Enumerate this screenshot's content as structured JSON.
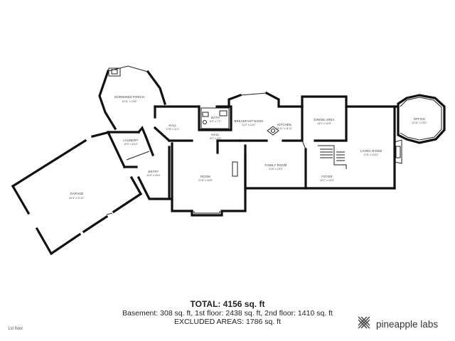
{
  "floor_plan": {
    "rooms": [
      {
        "id": "screened-porch",
        "name": "SCREENED PORCH",
        "dim": "14'11\" x 14'5\""
      },
      {
        "id": "hall-upper",
        "name": "HALL",
        "dim": "17'8\" x 11'1\""
      },
      {
        "id": "bath",
        "name": "BATH",
        "dim": "8'0\" x 7'1\""
      },
      {
        "id": "breakfast-nook",
        "name": "BREAKFAST NOOK",
        "dim": "11'2\" x 12'0\""
      },
      {
        "id": "kitchen",
        "name": "KITCHEN",
        "dim": "16'11\" x 11'11\""
      },
      {
        "id": "dining-area",
        "name": "DINING AREA",
        "dim": "13'1\" x 10'9\""
      },
      {
        "id": "office",
        "name": "OFFICE",
        "dim": "12'11\" x 13'0\""
      },
      {
        "id": "laundry",
        "name": "LAUNDRY",
        "dim": "10'0\" x 6'10\""
      },
      {
        "id": "hall-lower",
        "name": "HALL",
        "dim": "8'1\" x 3'0\""
      },
      {
        "id": "entry",
        "name": "ENTRY",
        "dim": "12'0\" x 16'4\""
      },
      {
        "id": "room",
        "name": "ROOM",
        "dim": "21'5\" x 15'8\""
      },
      {
        "id": "family-room",
        "name": "FAMILY ROOM",
        "dim": "21'6\" x 13'0\""
      },
      {
        "id": "living-room",
        "name": "LIVING ROOM",
        "dim": "17'6\" x 24'11\""
      },
      {
        "id": "foyer",
        "name": "FOYER",
        "dim": "12'1\" x 13'0\""
      },
      {
        "id": "garage",
        "name": "GARAGE",
        "dim": "32'3\" x 21'11\""
      }
    ]
  },
  "summary": {
    "total": "TOTAL: 4156 sq. ft",
    "floors": "Basement: 308 sq. ft, 1st floor: 2438 sq. ft, 2nd floor: 1410 sq. ft",
    "excluded": "EXCLUDED AREAS: 1786 sq. ft"
  },
  "floor_label": "1st floor",
  "brand": {
    "name": "pineapple labs"
  }
}
